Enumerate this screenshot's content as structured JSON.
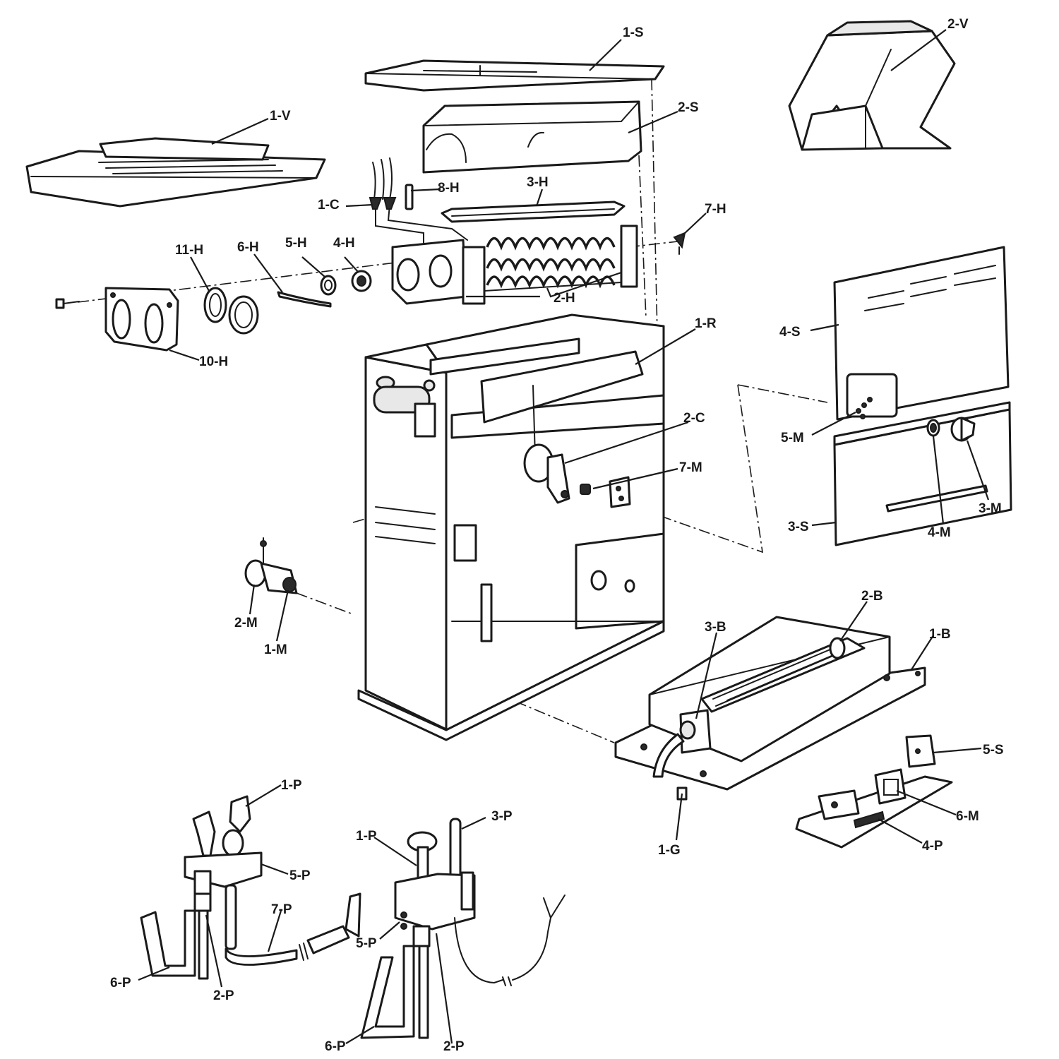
{
  "labels": {
    "s1": "1-S",
    "s2": "2-S",
    "s3": "3-S",
    "s4": "4-S",
    "s5": "5-S",
    "v1": "1-V",
    "v2": "2-V",
    "c1": "1-C",
    "c2": "2-C",
    "h2": "2-H",
    "h3": "3-H",
    "h4": "4-H",
    "h5": "5-H",
    "h6": "6-H",
    "h7": "7-H",
    "h8": "8-H",
    "h10": "10-H",
    "h11": "11-H",
    "r1": "1-R",
    "m1": "1-M",
    "m2": "2-M",
    "m3": "3-M",
    "m4": "4-M",
    "m5": "5-M",
    "m6": "6-M",
    "m7": "7-M",
    "b1": "1-B",
    "b2": "2-B",
    "b3": "3-B",
    "g1": "1-G",
    "p1a": "1-P",
    "p1b": "1-P",
    "p2a": "2-P",
    "p2b": "2-P",
    "p3": "3-P",
    "p4": "4-P",
    "p5a": "5-P",
    "p5b": "5-P",
    "p6a": "6-P",
    "p6b": "6-P",
    "p7": "7-P"
  },
  "icons": {
    "heat_exchanger": "finned-coil-icon",
    "pilot_assembly": "pilot-burner-icon",
    "vent": "draft-hood-icon"
  }
}
